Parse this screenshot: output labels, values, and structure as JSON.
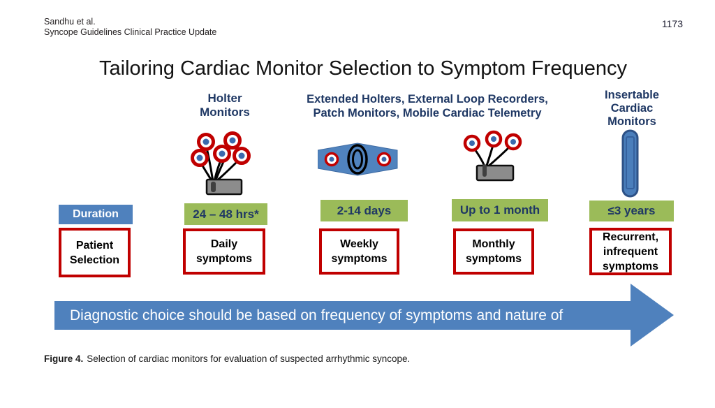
{
  "running_head": {
    "authors": "Sandhu et al.",
    "title": "Syncope Guidelines Clinical Practice Update",
    "page_number": "1173"
  },
  "figure": {
    "title": "Tailoring Cardiac Monitor Selection to Symptom Frequency",
    "group_headers": {
      "holter": "Holter\nMonitors",
      "extended": "Extended Holters, External Loop Recorders,\nPatch Monitors, Mobile Cardiac Telemetry",
      "insertable": "Insertable\nCardiac\nMonitors"
    },
    "duration_row_label": "Duration",
    "selection_row_label": "Patient\nSelection",
    "columns": [
      {
        "duration": "24 – 48 hrs*",
        "symptoms": "Daily\nsymptoms"
      },
      {
        "duration": "2-14 days",
        "symptoms": "Weekly\nsymptoms"
      },
      {
        "duration": "Up to 1 month",
        "symptoms": "Monthly\nsymptoms"
      },
      {
        "duration": "≤3 years",
        "symptoms": "Recurrent,\ninfrequent\nsymptoms"
      }
    ],
    "icons": {
      "holter": "holter-monitor-icon",
      "patch": "patch-monitor-icon",
      "telemetry": "mobile-cardiac-telemetry-icon",
      "insertable": "insertable-cardiac-monitor-icon"
    },
    "arrow_text": "Diagnostic choice should be based on frequency of symptoms and nature of",
    "colors": {
      "header_text": "#1F3864",
      "green_box": "#9BBB59",
      "blue_box": "#4F81BD",
      "arrow": "#4F81BD",
      "red_border": "#C00000",
      "electrode_red": "#C00000",
      "electrode_blue": "#3A6AAE",
      "device_gray": "#8C8C8C"
    }
  },
  "caption": {
    "label": "Figure 4.",
    "text": "Selection of cardiac monitors for evaluation of suspected arrhythmic syncope."
  }
}
